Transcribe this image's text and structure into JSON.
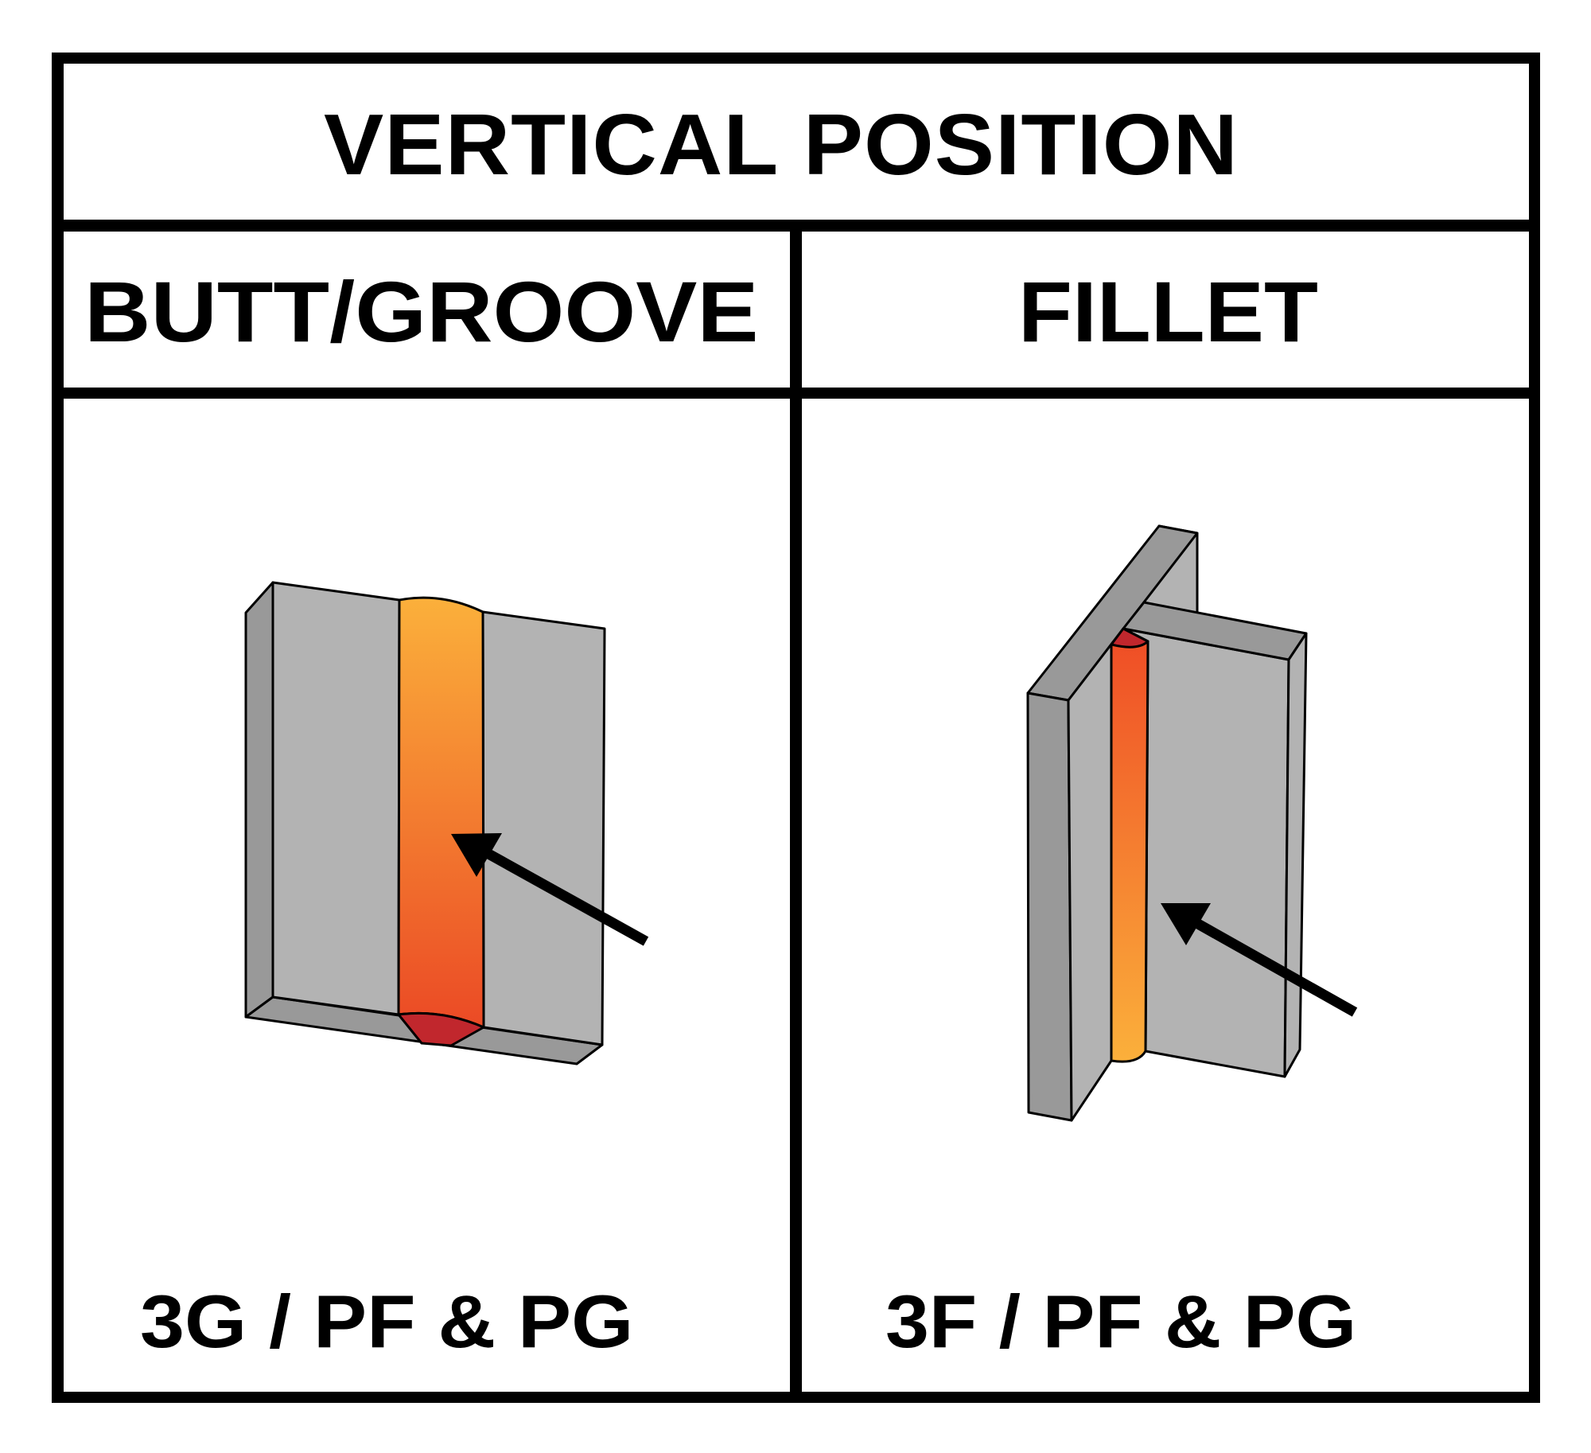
{
  "title": "VERTICAL POSITION",
  "columns": [
    {
      "header": "BUTT/GROOVE",
      "illustration": "butt-groove-weld-vertical",
      "footer": "3G / PF & PG"
    },
    {
      "header": "FILLET",
      "illustration": "fillet-weld-vertical",
      "footer": "3F / PF & PG"
    }
  ],
  "icons": {
    "arrow": "arrow-pointing-up-left",
    "weld_bead": "weld-bead"
  },
  "colors": {
    "border": "#000000",
    "plate_face": "#b3b3b3",
    "plate_side": "#999999",
    "weld_light": "#fbb03b",
    "weld_dark": "#eb4a25",
    "weld_root": "#c1272d",
    "background": "#ffffff"
  }
}
